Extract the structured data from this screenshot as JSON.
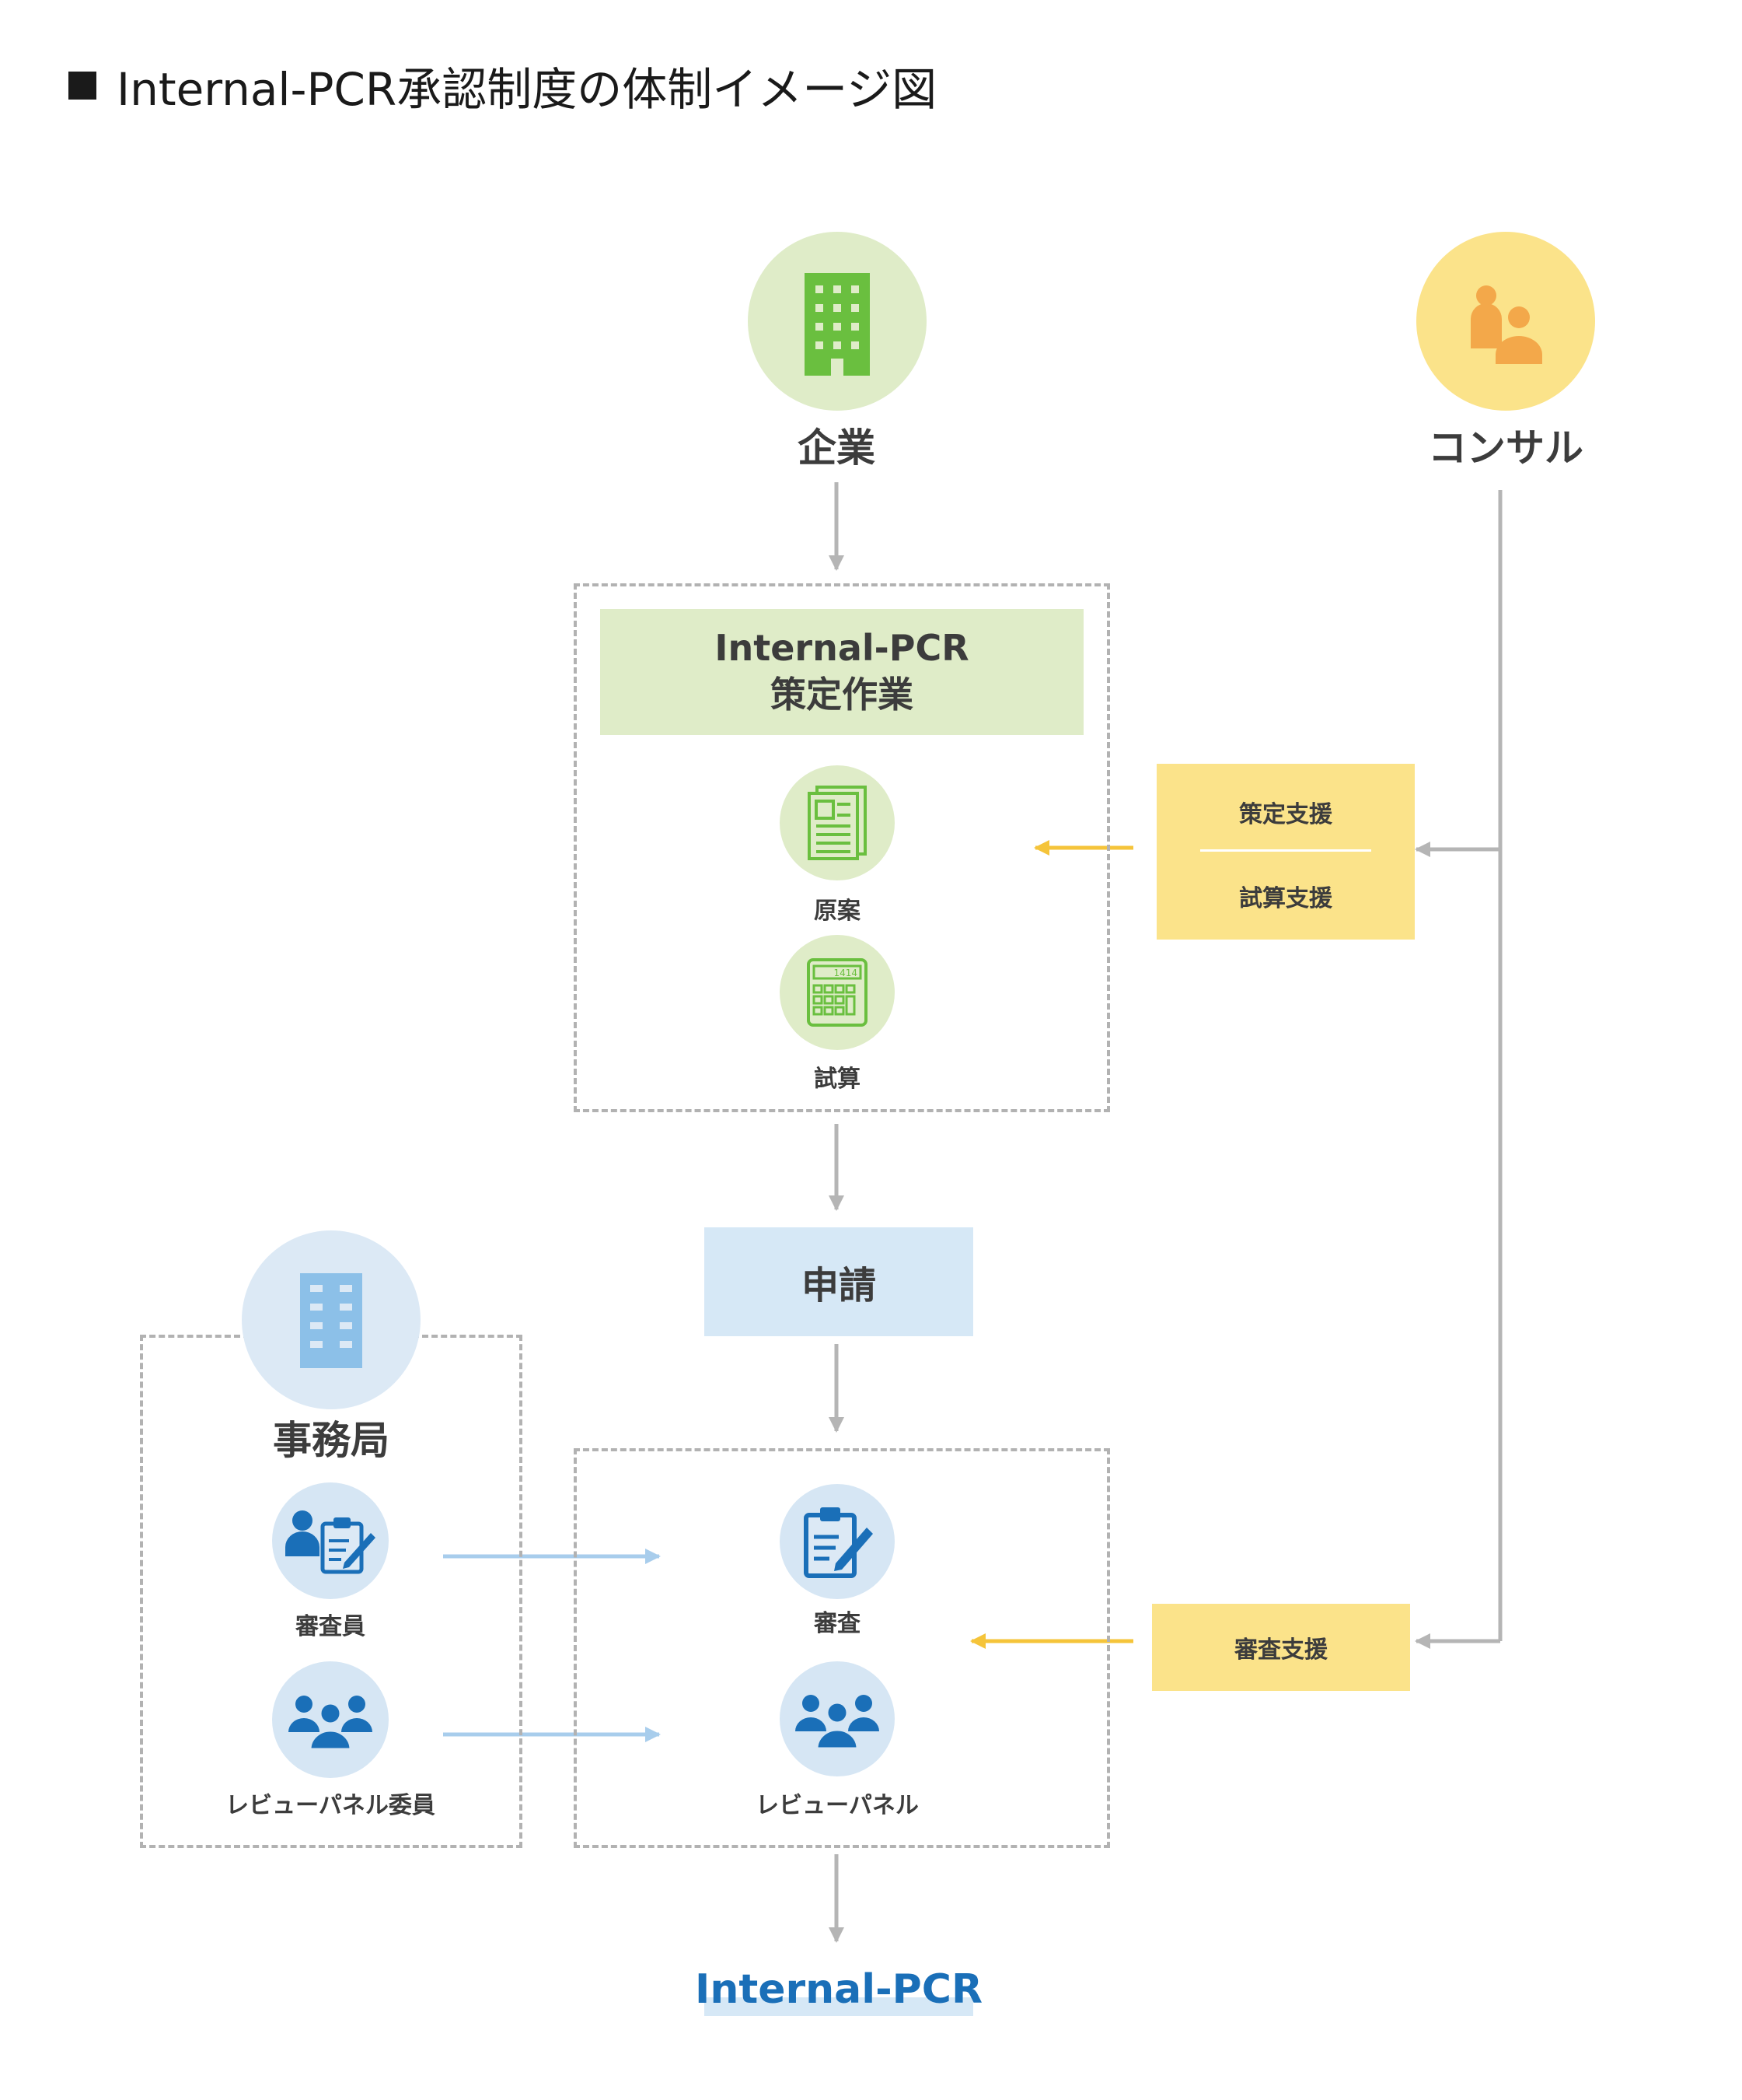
{
  "title": "Internal-PCR承認制度の体制イメージ図",
  "actors": {
    "company": {
      "label": "企業",
      "icon": "building-icon"
    },
    "consultant": {
      "label": "コンサル",
      "icon": "people-icon"
    },
    "secretariat": {
      "label": "事務局",
      "icon": "building-icon"
    }
  },
  "drafting": {
    "heading_line1": "Internal-PCR",
    "heading_line2": "策定作業",
    "items": [
      {
        "label": "原案",
        "icon": "document-icon"
      },
      {
        "label": "試算",
        "icon": "calculator-icon"
      }
    ]
  },
  "support_drafting": {
    "line1": "策定支援",
    "line2": "試算支援"
  },
  "application": {
    "label": "申請"
  },
  "review": {
    "items": [
      {
        "label": "審査",
        "icon": "clipboard-icon"
      },
      {
        "label": "レビューパネル",
        "icon": "group-icon"
      }
    ]
  },
  "support_review": {
    "label": "審査支援"
  },
  "secretariat_members": [
    {
      "label": "審査員",
      "icon": "reviewer-icon"
    },
    {
      "label": "レビューパネル委員",
      "icon": "group-icon"
    }
  ],
  "result": {
    "label": "Internal-PCR"
  },
  "colors": {
    "green": "#dfecc8",
    "green_icon": "#6abf3f",
    "yellow": "#fbe38a",
    "yellow_icon": "#f3a84a",
    "blue": "#d6e8f6",
    "blue_icon": "#1a6fb8",
    "gray_arrow": "#b5b5b5",
    "yellow_arrow": "#f5c43a",
    "blue_arrow": "#a8cdec"
  }
}
